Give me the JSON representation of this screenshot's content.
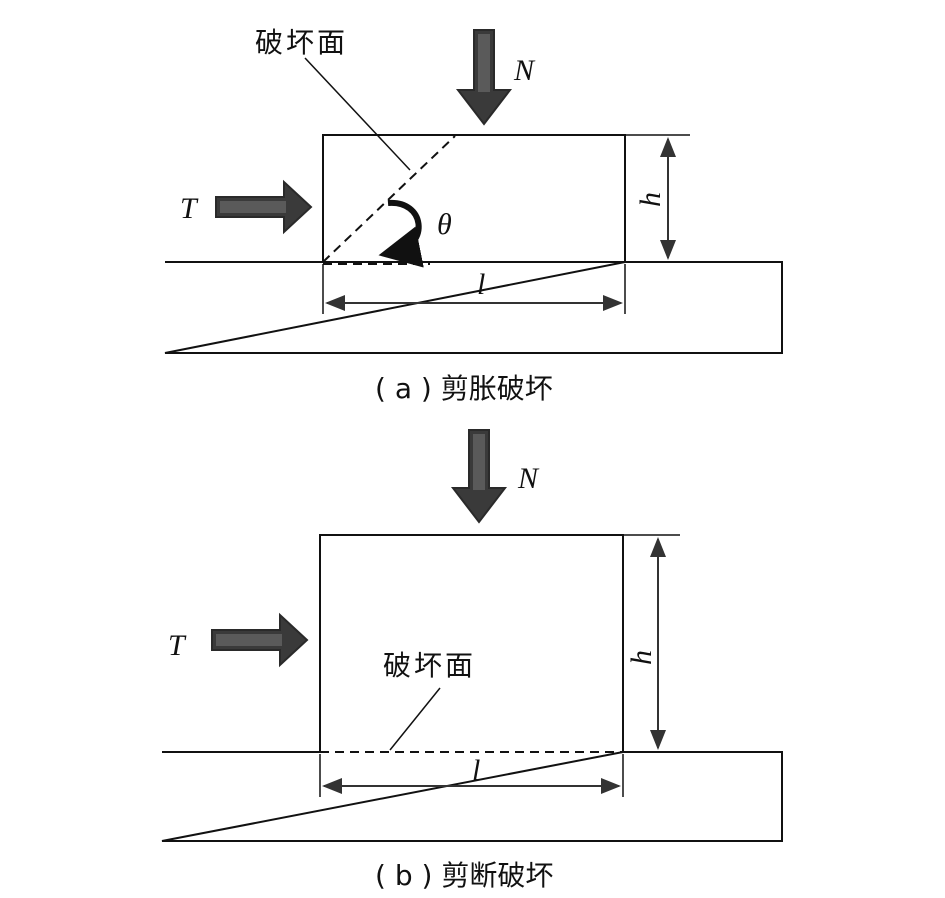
{
  "panel_a": {
    "caption": "( a ) 剪胀破坏",
    "failure_surface_label": "破坏面",
    "normal_force_label": "N",
    "shear_force_label": "T",
    "height_label": "h",
    "length_label": "l",
    "angle_label": "θ"
  },
  "panel_b": {
    "caption": "( b ) 剪断破坏",
    "failure_surface_label": "破坏面",
    "normal_force_label": "N",
    "shear_force_label": "T",
    "height_label": "h",
    "length_label": "l"
  },
  "colors": {
    "line": "#111111",
    "arrow_fill": "#3a3a3a",
    "background": "#ffffff"
  }
}
